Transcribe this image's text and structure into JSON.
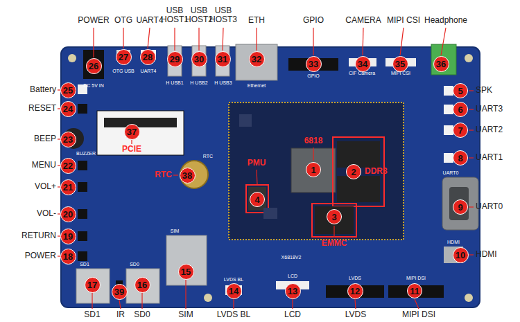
{
  "diagram": {
    "nodes": [
      {
        "text": [
          "26"
        ]
      },
      {
        "text": [
          "27"
        ]
      },
      {
        "text": [
          "28"
        ]
      },
      {
        "text": [
          "29"
        ]
      },
      {
        "text": [
          "30"
        ]
      },
      {
        "text": [
          "31"
        ]
      },
      {
        "text": [
          "32"
        ]
      },
      {
        "text": [
          "33"
        ]
      },
      {
        "text": [
          "34"
        ]
      },
      {
        "text": [
          "35"
        ]
      },
      {
        "text": [
          "36"
        ]
      },
      {
        "text": [
          "25"
        ]
      },
      {
        "text": [
          "5"
        ]
      },
      {
        "text": [
          "24"
        ]
      },
      {
        "text": [
          "6"
        ]
      },
      {
        "text": [
          "7"
        ]
      },
      {
        "text": [
          "37"
        ]
      },
      {
        "text": [
          "23"
        ]
      },
      {
        "text": [
          "8"
        ]
      },
      {
        "text": [
          "22"
        ]
      },
      {
        "text": [
          "1"
        ]
      },
      {
        "text": [
          "2"
        ]
      },
      {
        "text": [
          "38"
        ]
      },
      {
        "text": [
          "21"
        ]
      },
      {
        "text": [
          "4"
        ]
      },
      {
        "text": [
          "9"
        ]
      },
      {
        "text": [
          "20"
        ]
      },
      {
        "text": [
          "3"
        ]
      },
      {
        "text": [
          "19"
        ]
      },
      {
        "text": [
          "10"
        ]
      },
      {
        "text": [
          "18"
        ]
      },
      {
        "text": [
          "15"
        ]
      },
      {
        "text": [
          "17"
        ]
      },
      {
        "text": [
          "16"
        ]
      },
      {
        "text": [
          "39"
        ]
      },
      {
        "text": [
          "14"
        ]
      },
      {
        "text": [
          "13"
        ]
      },
      {
        "text": [
          "12"
        ]
      },
      {
        "text": [
          "11"
        ]
      }
    ],
    "labels": [
      "POWER",
      "OTG",
      "UART4",
      "USB HOST1",
      "USB HOST2",
      "USB HOST3",
      "ETH",
      "GPIO",
      "CAMERA",
      "MIPI CSI",
      "Headphone",
      "SPK",
      "UART3",
      "UART2",
      "UART1",
      "UART0",
      "HDMI",
      "MIPI DSI",
      "LVDS",
      "LCD",
      "LVDS BL",
      "SIM",
      "SD0",
      "IR",
      "SD1",
      "POWER",
      "RETURN",
      "VOL-",
      "VOL+",
      "MENU",
      "BEEP",
      "RESET",
      "Battery",
      "PCIE",
      "RTC",
      "PMU",
      "6818",
      "DDR3",
      "EMMC",
      "DC 5V IN",
      "OTG USB",
      "UART4",
      "H USB1",
      "H USB2",
      "H USB3",
      "Ethernet",
      "GPIO",
      "CIF Camera",
      "MIPI CSI",
      "UART0",
      "HDMI",
      "LVDS",
      "MIPI DSI",
      "LCD",
      "LVDS BL",
      "SIM",
      "SD1",
      "SD0",
      "RTC",
      "X6818V2",
      "BUZZER"
    ]
  }
}
